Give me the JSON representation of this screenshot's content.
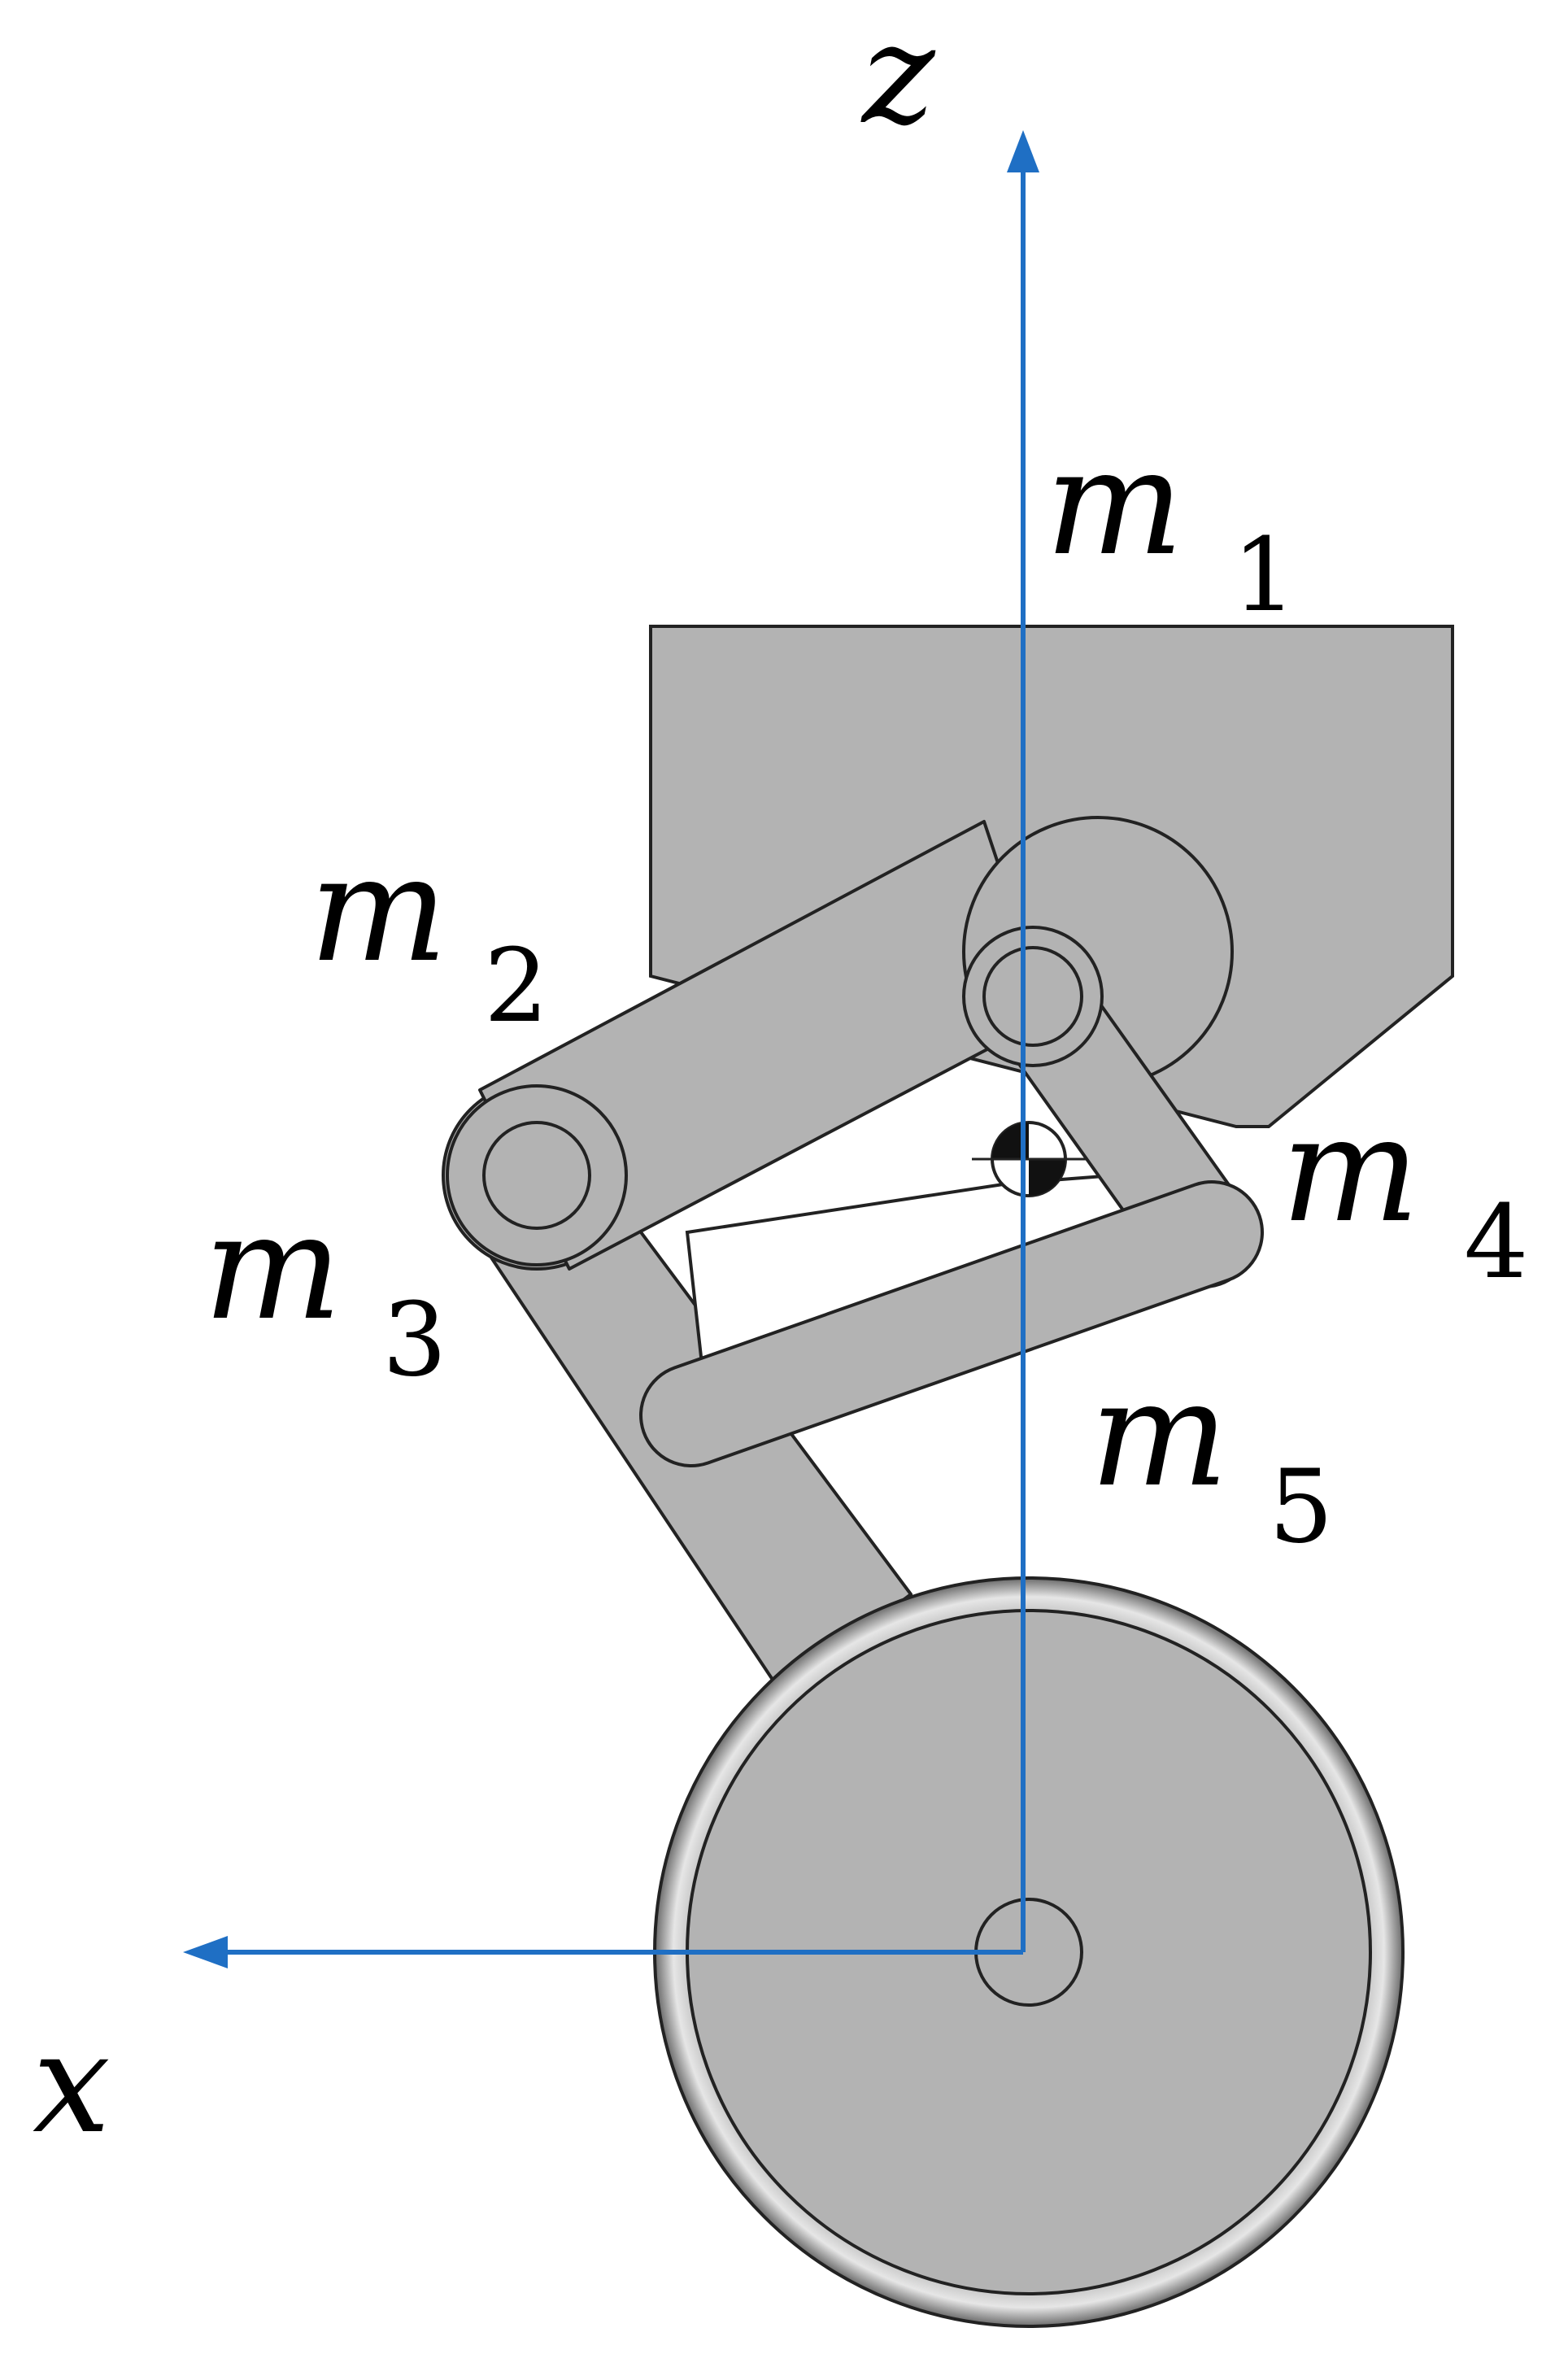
{
  "axes": {
    "vertical_label": "z",
    "horizontal_label": "x",
    "color": "#1f6fc4"
  },
  "bodies": [
    {
      "symbol": "m",
      "subscript": "1"
    },
    {
      "symbol": "m",
      "subscript": "2"
    },
    {
      "symbol": "m",
      "subscript": "3"
    },
    {
      "symbol": "m",
      "subscript": "4"
    },
    {
      "symbol": "m",
      "subscript": "5"
    }
  ],
  "colors": {
    "part_fill": "#b3b3b3",
    "outline": "#222222",
    "background": "#ffffff"
  }
}
